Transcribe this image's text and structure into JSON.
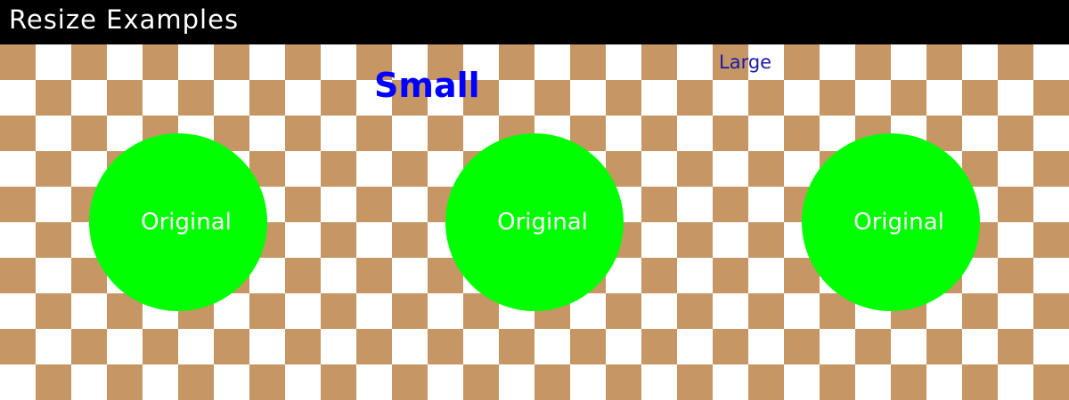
{
  "title": "Resize Examples",
  "colors": {
    "title_bg": "#000000",
    "title_text": "#ffffff",
    "checker_tan": "#c69664",
    "checker_white": "#ffffff",
    "circle_fill": "#00ff00",
    "circle_text": "#ffffff",
    "label_blue": "#0000ff",
    "label_navy": "#1a1aa6"
  },
  "labels": {
    "small": "Small",
    "large": "Large"
  },
  "circles": [
    {
      "label": "Original"
    },
    {
      "label": "Original"
    },
    {
      "label": "Original"
    }
  ]
}
